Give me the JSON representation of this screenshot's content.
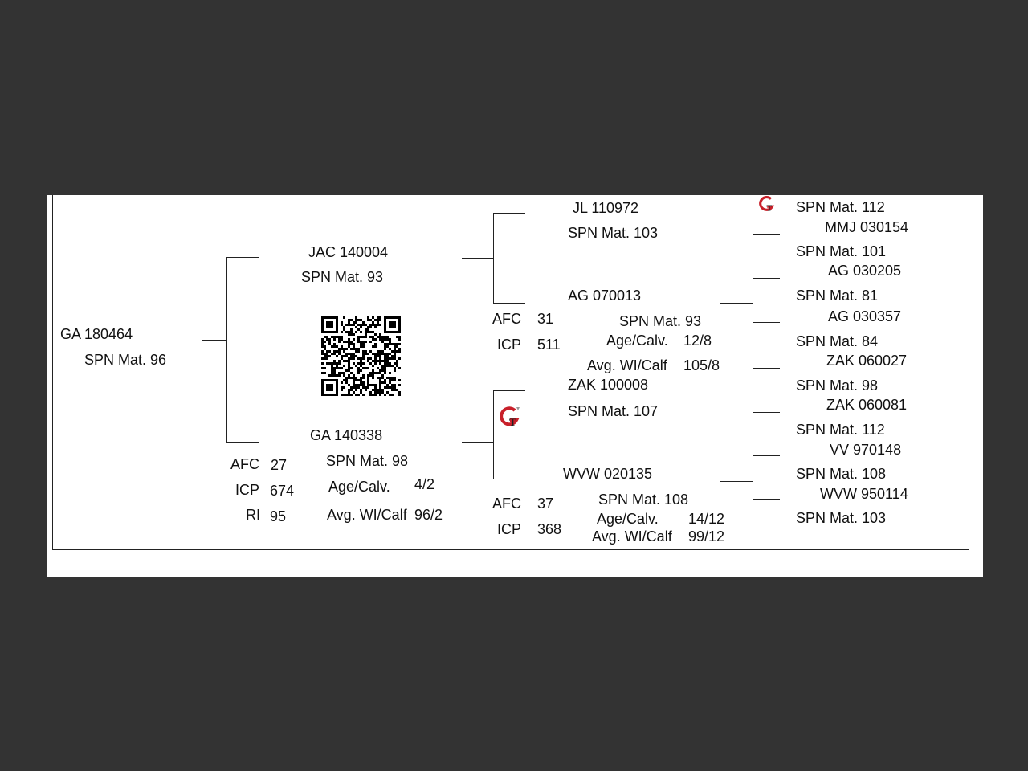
{
  "subject": {
    "id": "GA  180464",
    "mat": "SPN Mat. 96"
  },
  "sire": {
    "id": "JAC 140004",
    "mat": "SPN Mat. 93"
  },
  "dam": {
    "id": "GA  140338",
    "mat": "SPN Mat. 98",
    "afc_label": "AFC",
    "afc": "27",
    "icp_label": "ICP",
    "icp": "674",
    "ri_label": "RI",
    "ri": "95",
    "age_label": "Age/Calv.",
    "age": "4/2",
    "wt_label": "Avg. WI/Calf",
    "wt": "96/2"
  },
  "gen2": {
    "jl": {
      "id": "JL  110972",
      "mat": "SPN Mat. 103"
    },
    "ag": {
      "id": "AG  070013",
      "mat": "SPN Mat. 93",
      "afc_label": "AFC",
      "afc": "31",
      "icp_label": "ICP",
      "icp": "511",
      "age_label": "Age/Calv.",
      "age": "12/8",
      "wt_label": "Avg. WI/Calf",
      "wt": "105/8"
    },
    "zak": {
      "id": "ZAK 100008",
      "mat": "SPN Mat. 107"
    },
    "wvw": {
      "id": "WVW 020135",
      "mat": "SPN Mat. 108",
      "afc_label": "AFC",
      "afc": "37",
      "icp_label": "ICP",
      "icp": "368",
      "age_label": "Age/Calv.",
      "age": "14/12",
      "wt_label": "Avg. WI/Calf",
      "wt": "99/12"
    }
  },
  "gen3": {
    "items": [
      "SPN Mat. 112",
      "MMJ 030154",
      "SPN Mat. 101",
      "AG  030205",
      "SPN Mat. 81",
      "AG  030357",
      "SPN Mat. 84",
      "ZAK 060027",
      "SPN Mat. 98",
      "ZAK 060081",
      "SPN Mat. 112",
      "VV  970148",
      "SPN Mat. 108",
      "WVW 950114",
      "SPN Mat. 103"
    ]
  }
}
